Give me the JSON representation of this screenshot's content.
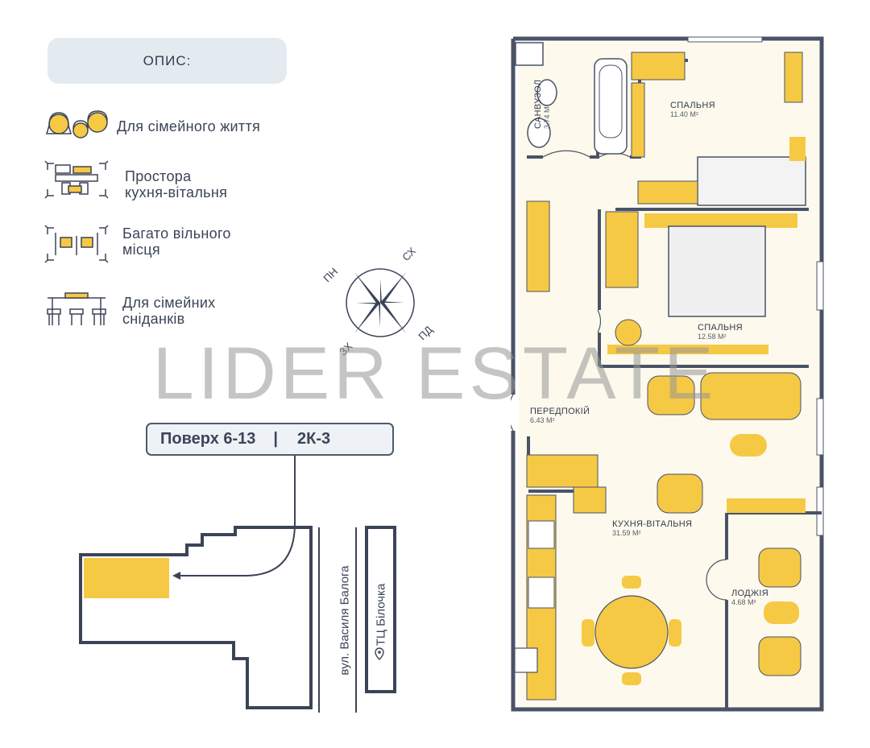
{
  "description": {
    "title": "ОПИС:",
    "features": [
      {
        "icon": "family-icon",
        "text": "Для сімейного життя"
      },
      {
        "icon": "kitchen-living-icon",
        "text": "Простора кухня-вітальня"
      },
      {
        "icon": "free-space-icon",
        "text": "Багато вільного місця"
      },
      {
        "icon": "breakfast-table-icon",
        "text": "Для сімейних сніданків"
      }
    ],
    "features_lines": [
      [
        "Для сімейного життя"
      ],
      [
        "Простора",
        "кухня-вітальня"
      ],
      [
        "Багато вільного",
        "місця"
      ],
      [
        "Для сімейних",
        "сніданків"
      ]
    ]
  },
  "compass": {
    "north_west": "ПН",
    "north_east": "СХ",
    "south_east": "ПД",
    "south_west": "ЗХ"
  },
  "floor_badge": {
    "floors": "Поверх 6-13",
    "separator": "|",
    "apartment_type": "2К-3"
  },
  "site_plan": {
    "street": "вул. Василя Балога",
    "mall": "ТЦ Білочка",
    "highlight_color": "#f6c945"
  },
  "rooms": [
    {
      "id": "bathroom",
      "name": "САНВУЗОЛ",
      "area": "3.74 M²"
    },
    {
      "id": "bedroom1",
      "name": "СПАЛЬНЯ",
      "area": "11.40 M²"
    },
    {
      "id": "bedroom2",
      "name": "СПАЛЬНЯ",
      "area": "12.58 M²"
    },
    {
      "id": "hallway",
      "name": "ПЕРЕДПОКІЙ",
      "area": "6.43 M²"
    },
    {
      "id": "kitchen",
      "name": "КУХНЯ-ВІТАЛЬНЯ",
      "area": "31.59 M²"
    },
    {
      "id": "loggia",
      "name": "ЛОДЖІЯ",
      "area": "4.68 M²"
    }
  ],
  "watermark": "LIDER ESTATE",
  "colors": {
    "accent_yellow": "#f6c945",
    "wall": "#4a5366",
    "pill_bg": "#e3eaf0",
    "floor_fill": "#fdf9ec"
  }
}
